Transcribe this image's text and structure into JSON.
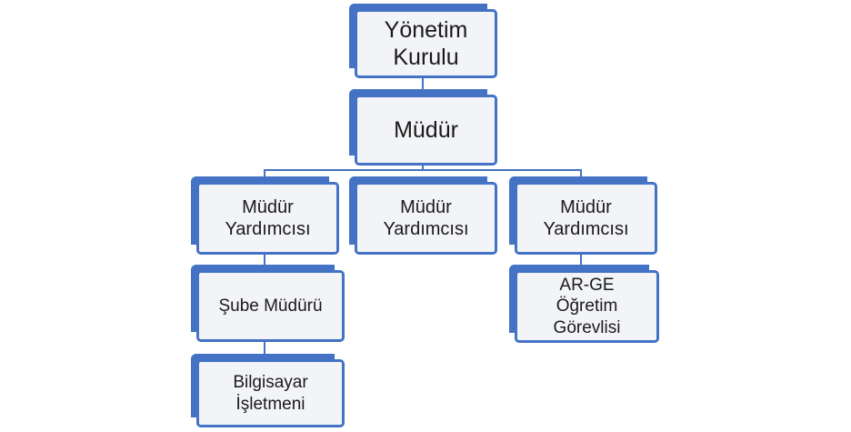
{
  "org_chart": {
    "board": "Yönetim\nKurulu",
    "director": "Müdür",
    "assistants": [
      "Müdür\nYardımcısı",
      "Müdür\nYardımcısı",
      "Müdür\nYardımcısı"
    ],
    "branch_manager": "Şube Müdürü",
    "computer_operator": "Bilgisayar\nİşletmeni",
    "rnd_staff": "AR-GE\nÖğretim\nGörevlisi"
  },
  "colors": {
    "accent": "#4472c4",
    "box_fill": "#f3f4f7"
  }
}
